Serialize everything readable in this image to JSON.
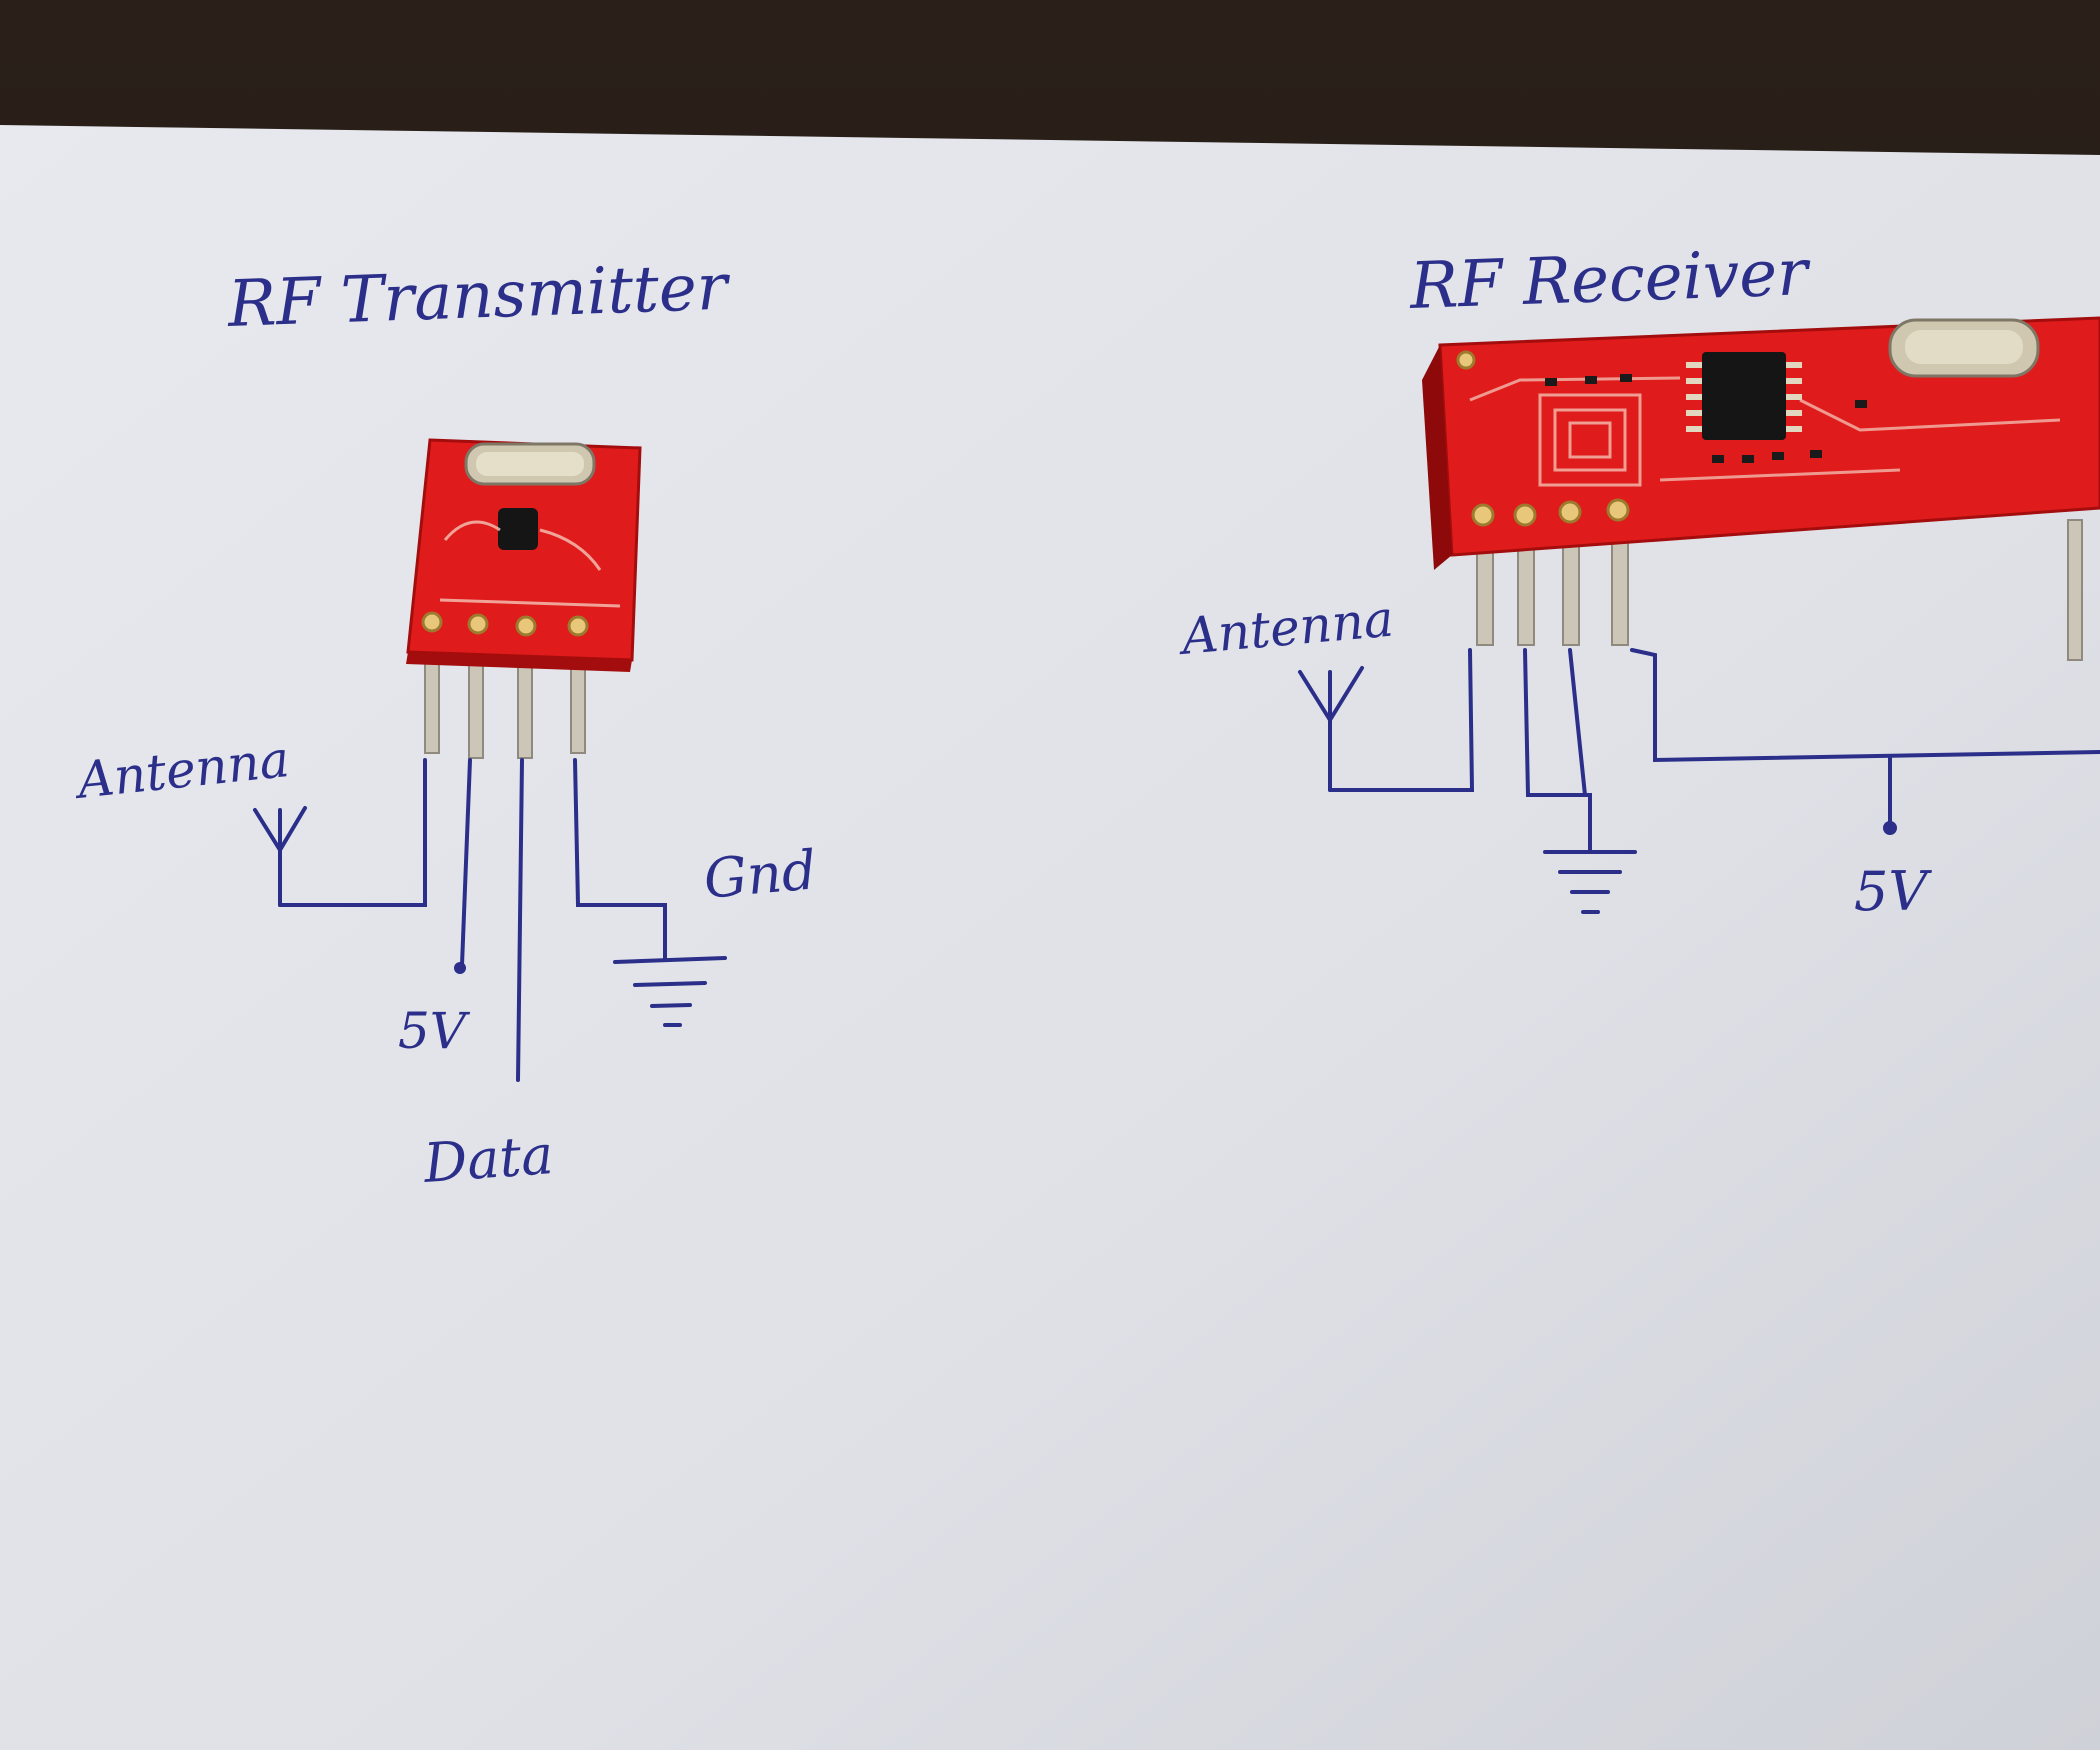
{
  "transmitter": {
    "title": "RF Transmitter",
    "labels": {
      "antenna": "Antenna",
      "vcc": "5V",
      "data": "Data",
      "gnd": "Gnd"
    }
  },
  "receiver": {
    "title": "RF Receiver",
    "labels": {
      "antenna": "Antenna",
      "vcc": "5V"
    }
  },
  "colors": {
    "ink": "#2b2f8a",
    "pcb": "#e01b1b",
    "paper": "#e3e5ea",
    "table": "#1e1712",
    "pin": "#c9c4b6"
  }
}
